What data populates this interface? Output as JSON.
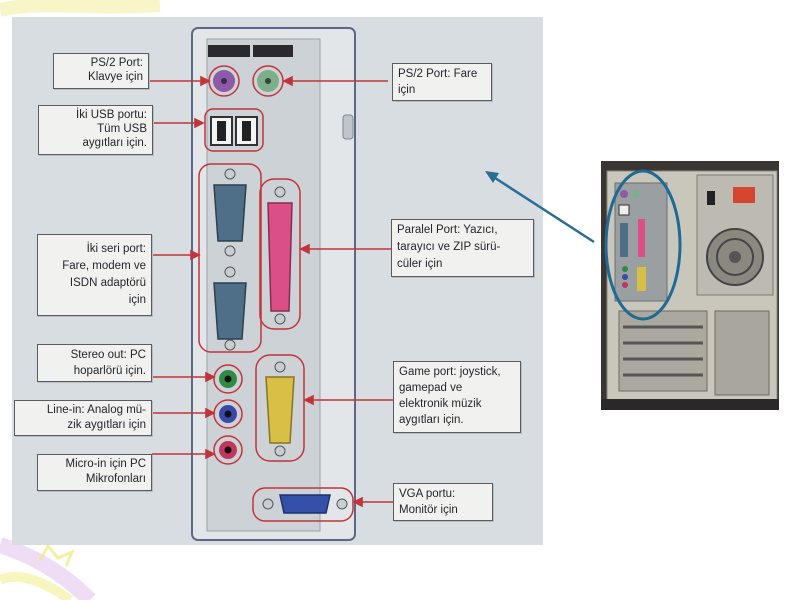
{
  "labels": {
    "ps2_keyboard": "PS/2 Port:\nKlavye için",
    "ps2_mouse": "PS/2 Port: Fare\niçin",
    "usb": "İki USB portu:\nTüm USB\naygıtları için.",
    "serial": "İki seri port:\nFare, modem ve\nISDN adaptörü\niçin",
    "parallel": "Paralel Port: Yazıcı,\ntarayıcı ve ZIP sürü-\ncüler için",
    "stereo_out": "Stereo out: PC\nhoparlörü için.",
    "line_in": "Line-in: Analog mü-\nzik aygıtları için",
    "mic_in": "Micro-in için PC\nMikrofonları",
    "game_port": "Game port: joystick,\ngamepad ve\nelektronik müzik\naygıtları için.",
    "vga": "VGA portu:\nMonitör için"
  },
  "colors": {
    "leader_line": "#c0353a",
    "highlight_ellipse": "#1f6a94",
    "link_arrow": "#2a6d96",
    "ps2_keyboard": "#8e5aa8",
    "ps2_mouse": "#7fae8a",
    "parallel": "#d94f86",
    "game": "#d8bf45",
    "vga": "#3550a8",
    "audio_green": "#2f8a44",
    "audio_blue": "#3a49a8",
    "audio_pink": "#c0365e",
    "serial": "#4f6f88"
  }
}
